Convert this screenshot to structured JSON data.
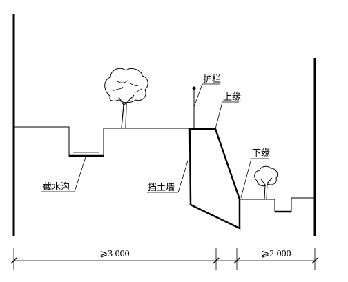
{
  "labels": {
    "guardrail": "护栏",
    "upper_edge": "上缘",
    "lower_edge": "下缘",
    "intercepting_ditch": "截水沟",
    "retaining_wall": "挡土墙"
  },
  "dimensions": {
    "left_span": "⩾3 000",
    "right_span": "⩾2 000"
  }
}
